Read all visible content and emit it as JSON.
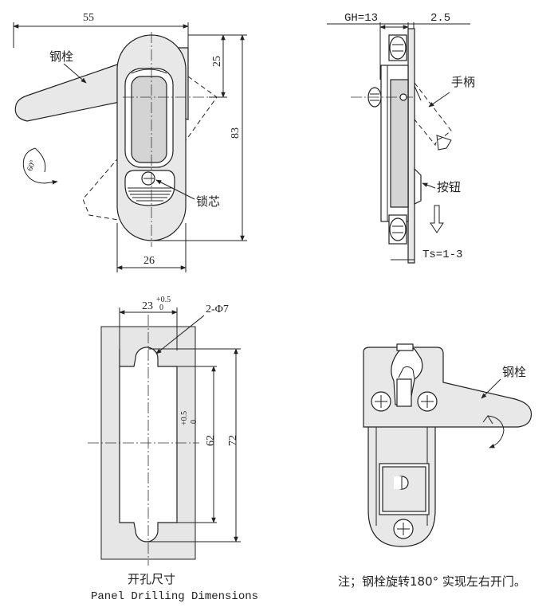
{
  "front_view": {
    "dim_width": "55",
    "dim_25": "25",
    "dim_height": "83",
    "dim_body_width": "26",
    "label_bolt": "钢栓",
    "label_core": "锁芯",
    "angle": "60°"
  },
  "side_view": {
    "dim_gh": "GH=13",
    "dim_25": "2.5",
    "label_handle": "手柄",
    "label_button": "按钮",
    "dim_ts": "Ts=1-3"
  },
  "drilling": {
    "dim_width": "23",
    "dim_width_tol_upper": "+0.5",
    "dim_width_tol_lower": "0",
    "dim_holes": "2-Φ7",
    "dim_62": "62",
    "dim_62_tol_upper": "+0.5",
    "dim_62_tol_lower": "0",
    "dim_72": "72",
    "caption_cn": "开孔尺寸",
    "caption_en": "Panel Drilling Dimensions"
  },
  "rear_view": {
    "label_bolt": "钢栓"
  },
  "note": "注；钢栓旋转180° 实现左右开门。"
}
